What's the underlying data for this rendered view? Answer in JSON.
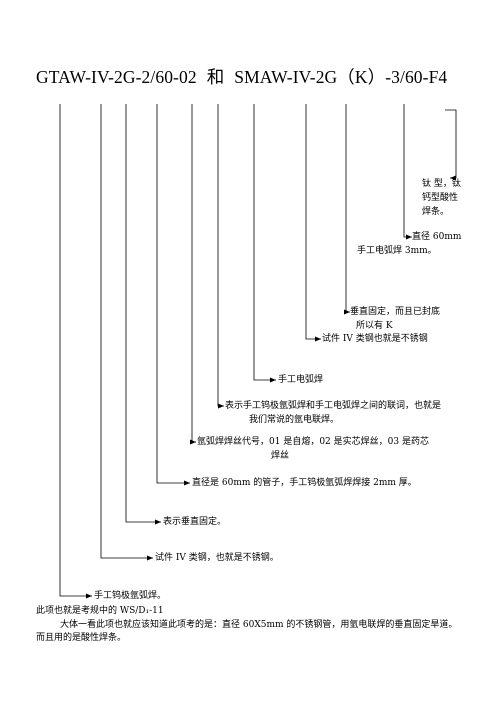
{
  "title": {
    "left_code": "GTAW-IV-2G-2/60-02",
    "connector": "和",
    "right_code": "SMAW-IV-2G（K）-3/60-F4"
  },
  "annotations": {
    "f4_line1": "钛 型，钛",
    "f4_line2": "钙型酸性",
    "f4_line3": "焊条。",
    "dia60_line1": "直径 60mm",
    "dia60_line2": "手工电弧焊 3mm。",
    "k_line1": "垂直固定，而且已封底",
    "k_line2": "所以有 K",
    "iv_smaw": "试件 IV 类钢也就是不锈钢",
    "smaw": "手工电弧焊",
    "he_line1": "表示手工钨极氩弧焊和手工电弧焊之间的联词，也就是",
    "he_line2": "我们常说的氩电联焊。",
    "wire_line1": "氩弧焊焊丝代号，01 是自熔，02 是实芯焊丝，03 是药芯",
    "wire_line2": "焊丝",
    "pipe": "直径是 60mm 的管子，手工钨极氩弧焊焊接 2mm 厚。",
    "vertical": "表示垂直固定。",
    "iv_gtaw": "试件 IV 类钢，也就是不锈钢。",
    "gtaw": "手工钨极氩弧焊。"
  },
  "footer": {
    "line1": "此项也就是考规中的 WS/D₁-11",
    "para": "大体一看此项也就应该知道此项考的是：直径 60X5mm 的不锈钢管，用氩电联焊的垂直固定旱道。而且用的是酸性焊条。"
  }
}
